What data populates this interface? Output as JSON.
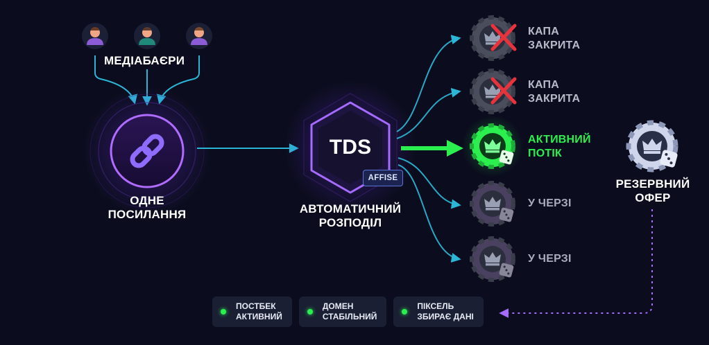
{
  "media_buyers_label": "МЕДІАБАЄРИ",
  "one_link_label": "ОДНЕ\nПОСИЛАННЯ",
  "tds_label": "TDS",
  "affise_label": "AFFISE",
  "auto_label": "АВТОМАТИЧНИЙ\nРОЗПОДІЛ",
  "streams": [
    {
      "label": "КАПА\nЗАКРИТА",
      "status": "closed"
    },
    {
      "label": "КАПА\nЗАКРИТА",
      "status": "closed"
    },
    {
      "label": "АКТИВНИЙ\nПОТІК",
      "status": "active"
    },
    {
      "label": "У ЧЕРЗІ",
      "status": "queued"
    },
    {
      "label": "У ЧЕРЗІ",
      "status": "queued"
    }
  ],
  "reserve_label": "РЕЗЕРВНИЙ\nОФЕР",
  "badges": [
    {
      "label": "ПОСТБЕК\nАКТИВНИЙ"
    },
    {
      "label": "ДОМЕН\nСТАБІЛЬНИЙ"
    },
    {
      "label": "ПІКСЕЛЬ\nЗБИРАЄ ДАНІ"
    }
  ],
  "colors": {
    "background": "#0b0d1e",
    "accent_green": "#2bef4f",
    "accent_purple": "#9b5cff",
    "arrow_teal": "#2bb6d6",
    "cross_red": "#e8323c",
    "chip_gray": "#4a4e5c",
    "chip_queued": "#4a4060"
  }
}
